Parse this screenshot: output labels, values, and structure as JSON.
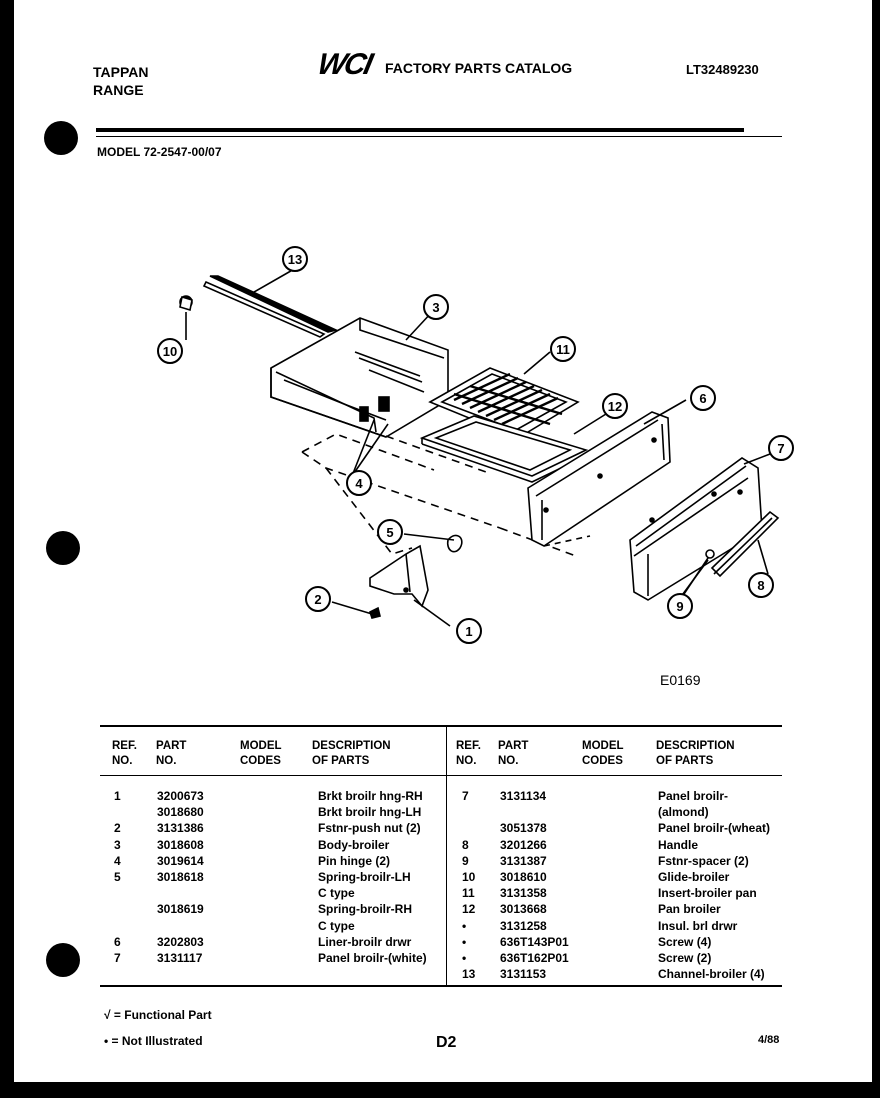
{
  "header": {
    "brand_line1": "TAPPAN",
    "brand_line2": "RANGE",
    "logo": "WCI",
    "catalog_title": "FACTORY PARTS CATALOG",
    "catalog_number": "LT32489230",
    "model": "MODEL 72-2547-00/07"
  },
  "diagram": {
    "code": "E0169",
    "callouts": [
      "1",
      "2",
      "3",
      "4",
      "5",
      "6",
      "7",
      "8",
      "9",
      "10",
      "11",
      "12",
      "13"
    ]
  },
  "table": {
    "headers": {
      "ref": "REF.\nNO.",
      "part": "PART\nNO.",
      "model": "MODEL\nCODES",
      "desc": "DESCRIPTION\nOF PARTS"
    },
    "left_rows": [
      {
        "ref": "1",
        "part": "3200673",
        "desc": "Brkt broilr hng-RH"
      },
      {
        "ref": "",
        "part": "3018680",
        "desc": "Brkt broilr hng-LH"
      },
      {
        "ref": "2",
        "part": "3131386",
        "desc": "Fstnr-push nut (2)"
      },
      {
        "ref": "3",
        "part": "3018608",
        "desc": "Body-broiler"
      },
      {
        "ref": "4",
        "part": "3019614",
        "desc": "Pin hinge (2)"
      },
      {
        "ref": "5",
        "part": "3018618",
        "desc": "Spring-broilr-LH"
      },
      {
        "ref": "",
        "part": "",
        "desc": "C type"
      },
      {
        "ref": "",
        "part": "3018619",
        "desc": "Spring-broilr-RH"
      },
      {
        "ref": "",
        "part": "",
        "desc": "C type"
      },
      {
        "ref": "6",
        "part": "3202803",
        "desc": "Liner-broilr drwr"
      },
      {
        "ref": "7",
        "part": "3131117",
        "desc": "Panel broilr-(white)"
      }
    ],
    "right_rows": [
      {
        "ref": "7",
        "part": "3131134",
        "desc": "Panel broilr-"
      },
      {
        "ref": "",
        "part": "",
        "desc": "(almond)"
      },
      {
        "ref": "",
        "part": "3051378",
        "desc": "Panel broilr-(wheat)"
      },
      {
        "ref": "8",
        "part": "3201266",
        "desc": "Handle"
      },
      {
        "ref": "9",
        "part": "3131387",
        "desc": "Fstnr-spacer (2)"
      },
      {
        "ref": "10",
        "part": "3018610",
        "desc": "Glide-broiler"
      },
      {
        "ref": "11",
        "part": "3131358",
        "desc": "Insert-broiler pan"
      },
      {
        "ref": "12",
        "part": "3013668",
        "desc": "Pan broiler"
      },
      {
        "ref": "•",
        "part": "3131258",
        "desc": "Insul. brl drwr"
      },
      {
        "ref": "•",
        "part": "636T143P01",
        "desc": "Screw (4)"
      },
      {
        "ref": "•",
        "part": "636T162P01",
        "desc": "Screw (2)"
      },
      {
        "ref": "13",
        "part": "3131153",
        "desc": "Channel-broiler (4)"
      }
    ]
  },
  "footer": {
    "legend_functional": "√ = Functional Part",
    "legend_not_illustrated": "• = Not Illustrated",
    "page": "D2",
    "date": "4/88"
  }
}
